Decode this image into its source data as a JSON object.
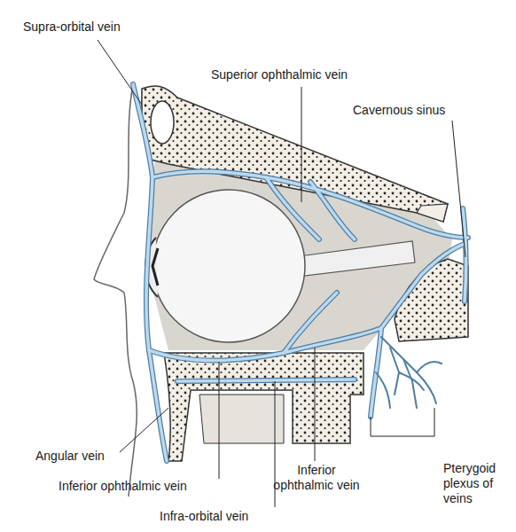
{
  "diagram": {
    "labels": [
      "Supra-orbital vein",
      "Superior ophthalmic vein",
      "Cavernous sinus",
      "Angular vein",
      "Inferior ophthalmic vein",
      "Inferior ophthalmic vein",
      "Infra-orbital vein",
      "Pterygoid plexus of veins"
    ]
  }
}
